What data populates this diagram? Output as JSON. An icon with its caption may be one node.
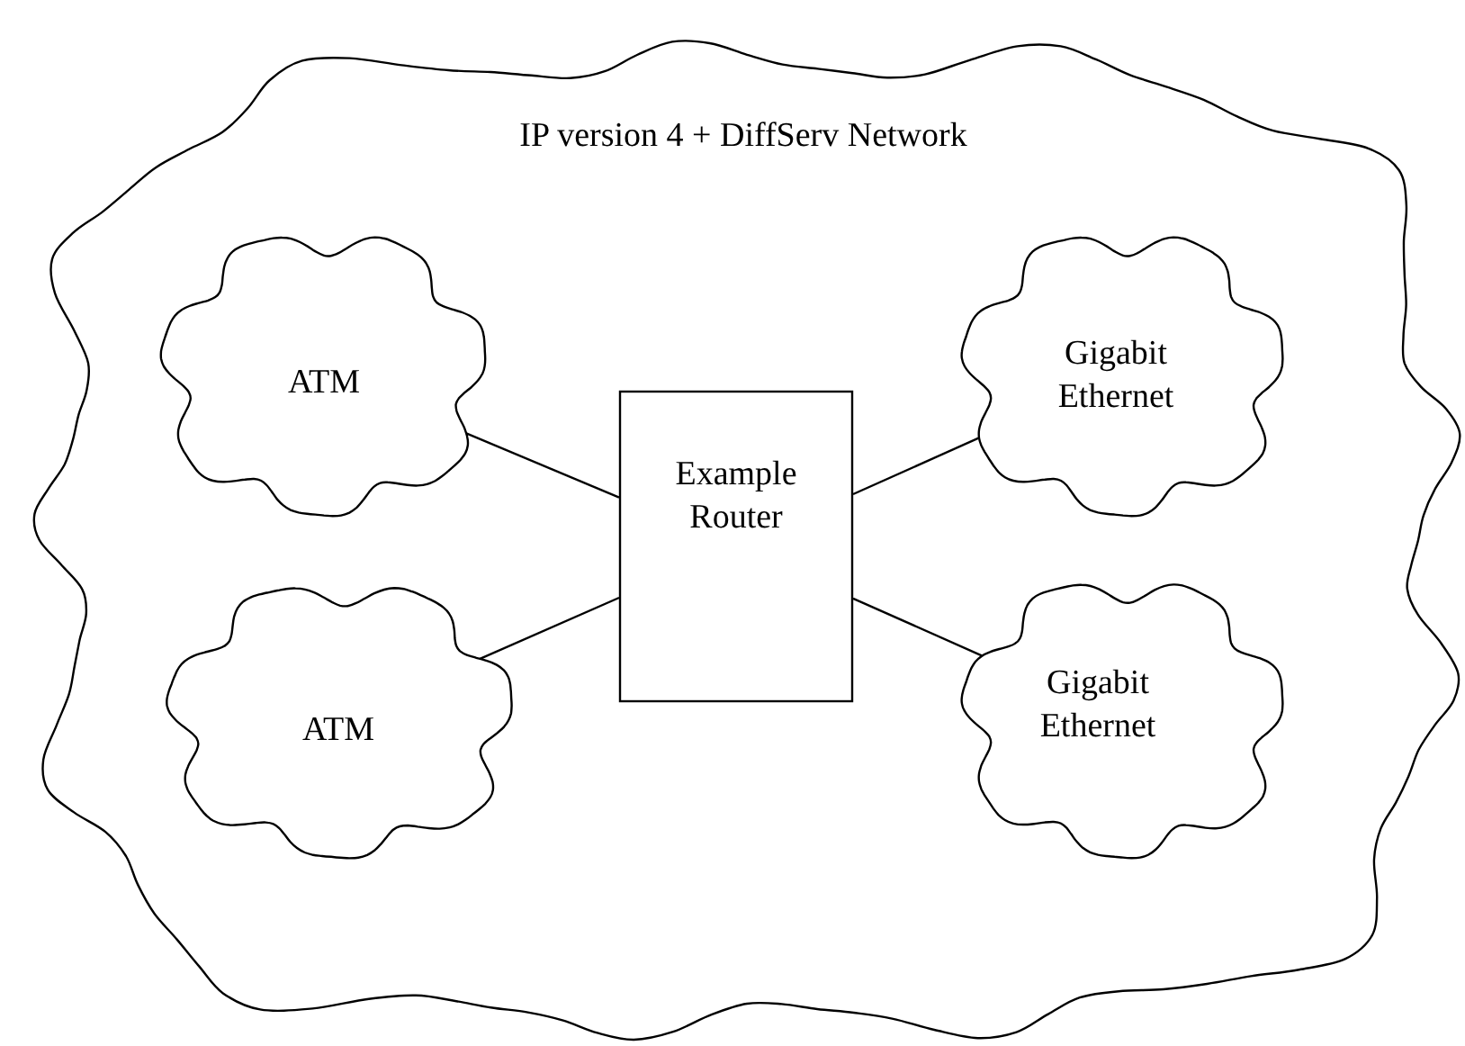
{
  "diagram": {
    "nodes": [
      {
        "text": [
          "IP version 4 + DiffServ Network"
        ]
      },
      {
        "text": [
          "ATM"
        ],
        "in": 0
      },
      {
        "text": [
          "ATM"
        ],
        "in": 0
      },
      {
        "text": [
          "Example Router"
        ],
        "in": 0
      },
      {
        "text": [
          "Gigabit Ethernet"
        ],
        "in": 0
      },
      {
        "text": [
          "Gigabit Ethernet"
        ],
        "in": 0
      }
    ],
    "edges": [
      {
        "from": 1,
        "to": 3,
        "arrow": "none"
      },
      {
        "from": 2,
        "to": 3,
        "arrow": "none"
      },
      {
        "from": 3,
        "to": 4,
        "arrow": "none"
      },
      {
        "from": 3,
        "to": 5,
        "arrow": "none"
      }
    ]
  }
}
